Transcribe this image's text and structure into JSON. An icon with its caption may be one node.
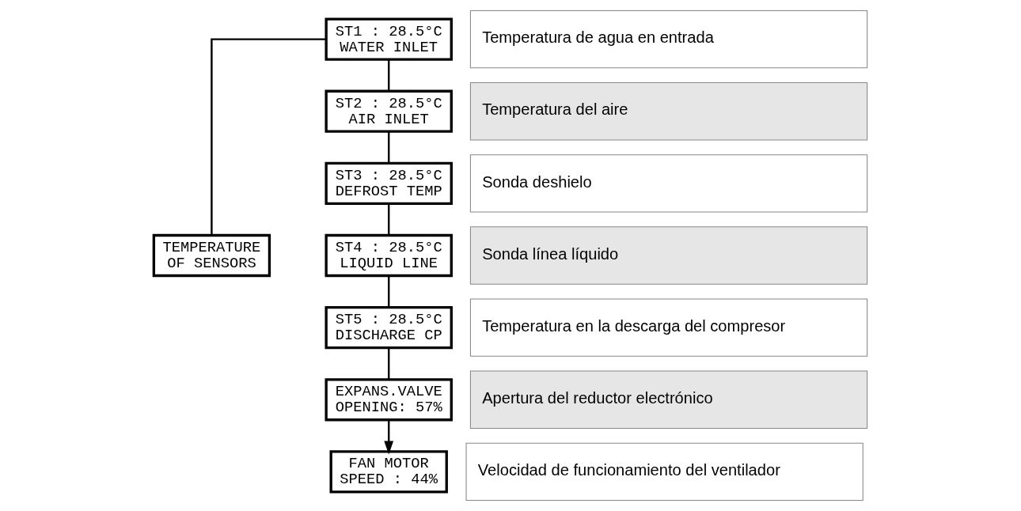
{
  "diagram": {
    "nodes": [
      {
        "text": [
          "TEMPERATURE",
          "OF SENSORS"
        ]
      },
      {
        "text": [
          "ST1 : 28.5°C",
          "WATER INLET"
        ],
        "beside": [
          "Temperatura de agua en entrada"
        ]
      },
      {
        "text": [
          "ST2 : 28.5°C",
          "AIR INLET"
        ],
        "beside": [
          "Temperatura del aire"
        ]
      },
      {
        "text": [
          "ST3 : 28.5°C",
          "DEFROST TEMP"
        ],
        "beside": [
          "Sonda deshielo"
        ]
      },
      {
        "text": [
          "ST4 : 28.5°C",
          "LIQUID LINE"
        ],
        "beside": [
          "Sonda línea líquido"
        ]
      },
      {
        "text": [
          "ST5 : 28.5°C",
          "DISCHARGE CP"
        ],
        "beside": [
          "Temperatura en la descarga del compresor"
        ]
      },
      {
        "text": [
          "EXPANS.VALVE",
          "OPENING: 57%"
        ],
        "beside": [
          "Apertura del reductor electrónico"
        ]
      },
      {
        "text": [
          "FAN MOTOR",
          "SPEED : 44%"
        ],
        "beside": [
          "Velocidad de funcionamiento del ventilador"
        ]
      }
    ],
    "edges": [
      {
        "from": 0,
        "to": 1,
        "arrow": "none"
      },
      {
        "from": 1,
        "to": 2,
        "arrow": "none"
      },
      {
        "from": 2,
        "to": 3,
        "arrow": "none"
      },
      {
        "from": 3,
        "to": 4,
        "arrow": "none"
      },
      {
        "from": 4,
        "to": 5,
        "arrow": "none"
      },
      {
        "from": 5,
        "to": 6,
        "arrow": "none"
      },
      {
        "from": 6,
        "to": 7,
        "arrow": "to"
      }
    ]
  }
}
